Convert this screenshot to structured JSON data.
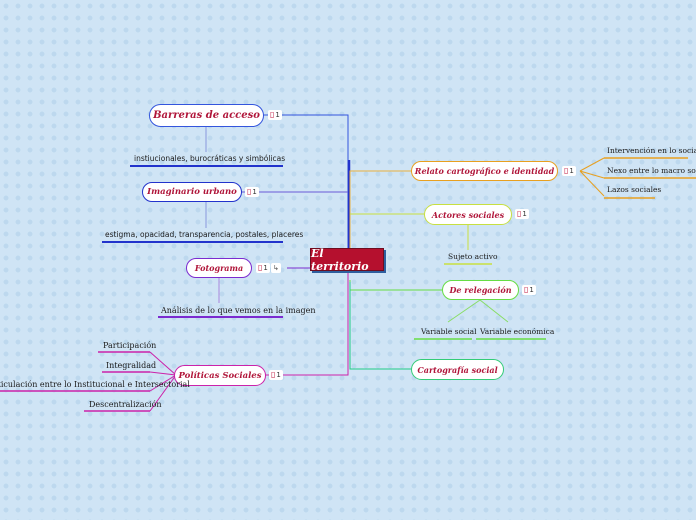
{
  "root": {
    "label": "El territorio"
  },
  "badge_count": "1",
  "colors": {
    "blue": "#2233cc",
    "purple": "#7b2bd0",
    "magenta": "#cc22aa",
    "orange": "#e8a020",
    "yellowgreen": "#c8e040",
    "green": "#66dd44",
    "root_bg": "#b5102e",
    "topic_text": "#b0163a"
  },
  "topics": {
    "barreras": {
      "label": "Barreras de acceso",
      "child": "instiucionales, burocráticas y simbólicas"
    },
    "imaginario": {
      "label": "Imaginario urbano",
      "child": "estigma, opacidad, transparencia, postales, placeres"
    },
    "fotograma": {
      "label": "Fotograma",
      "child": "Análisis de lo que vemos en la imagen"
    },
    "politicas": {
      "label": "Políticas Sociales",
      "children": [
        "Participación",
        "Integralidad",
        "Articulación entre lo Institucional e Intersectorial",
        "Descentralización"
      ]
    },
    "relato": {
      "label": "Relato cartográfico e identidad",
      "children": [
        "Intervención en lo social",
        "Nexo entre lo macro social y",
        "Lazos sociales"
      ]
    },
    "actores": {
      "label": "Actores sociales",
      "child": "Sujeto activo"
    },
    "relegacion": {
      "label": "De relegación",
      "children": [
        "Variable social",
        "Variable económica"
      ]
    },
    "cartografia": {
      "label": "Cartografía social"
    }
  }
}
